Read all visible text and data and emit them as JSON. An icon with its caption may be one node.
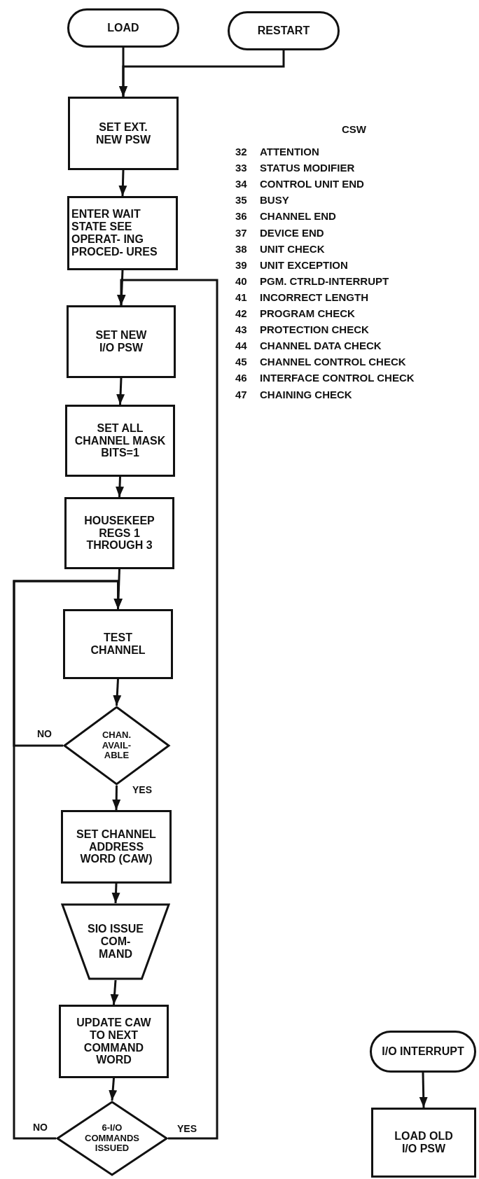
{
  "diagram": {
    "nodes": [
      {
        "text": [
          "LOAD"
        ]
      },
      {
        "text": [
          "RESTART"
        ]
      },
      {
        "text": [
          "SET EXT. NEW PSW"
        ]
      },
      {
        "text": [
          "ENTER WAIT STATE SEE OPERAT- ING PROCED- URES"
        ]
      },
      {
        "text": [
          "SET NEW I/O PSW"
        ]
      },
      {
        "text": [
          "SET ALL CHANNEL MASK BITS=1"
        ]
      },
      {
        "text": [
          "HOUSEKEEP REGS 1 THROUGH 3"
        ]
      },
      {
        "text": [
          "TEST CHANNEL"
        ]
      },
      {
        "text": [
          "CHAN. AVAIL- ABLE"
        ]
      },
      {
        "text": [
          "SET CHANNEL ADDRESS WORD (CAW)"
        ]
      },
      {
        "text": [
          "SIO ISSUE COM- MAND"
        ]
      },
      {
        "text": [
          "UPDATE CAW TO NEXT COMMAND WORD"
        ]
      },
      {
        "text": [
          "6-I/O COMMANDS ISSUED"
        ]
      },
      {
        "text": [
          "I/O INTERRUPT"
        ]
      },
      {
        "text": [
          "LOAD OLD I/O PSW"
        ]
      }
    ],
    "edges": [
      {
        "from": 0,
        "to": 2,
        "arrow": "to"
      },
      {
        "from": 1,
        "to": 2,
        "arrow": "to"
      },
      {
        "from": 2,
        "to": 3,
        "arrow": "to"
      },
      {
        "from": 3,
        "to": 4,
        "arrow": "to"
      },
      {
        "from": 4,
        "to": 5,
        "arrow": "to"
      },
      {
        "from": 5,
        "to": 6,
        "arrow": "to"
      },
      {
        "from": 6,
        "to": 7,
        "arrow": "to"
      },
      {
        "from": 7,
        "to": 8,
        "arrow": "to"
      },
      {
        "from": 8,
        "to": 7,
        "arrow": "to",
        "label": "NO"
      },
      {
        "from": 8,
        "to": 9,
        "arrow": "to",
        "label": "YES"
      },
      {
        "from": 9,
        "to": 10,
        "arrow": "to"
      },
      {
        "from": 10,
        "to": 11,
        "arrow": "to"
      },
      {
        "from": 11,
        "to": 12,
        "arrow": "to"
      },
      {
        "from": 12,
        "to": 7,
        "arrow": "to",
        "label": "NO"
      },
      {
        "from": 12,
        "to": 4,
        "arrow": "to",
        "label": "YES"
      },
      {
        "from": 13,
        "to": 14,
        "arrow": "to"
      }
    ],
    "labels": [
      "CSW",
      "32",
      "ATTENTION",
      "33",
      "STATUS MODIFIER",
      "34",
      "CONTROL UNIT END",
      "35",
      "BUSY",
      "36",
      "CHANNEL END",
      "37",
      "DEVICE END",
      "38",
      "UNIT CHECK",
      "39",
      "UNIT EXCEPTION",
      "40",
      "PGM. CTRLD-INTERRUPT",
      "41",
      "INCORRECT LENGTH",
      "42",
      "PROGRAM CHECK",
      "43",
      "PROTECTION CHECK",
      "44",
      "CHANNEL DATA CHECK",
      "45",
      "CHANNEL CONTROL CHECK",
      "46",
      "INTERFACE CONTROL CHECK",
      "47",
      "CHAINING CHECK"
    ]
  }
}
